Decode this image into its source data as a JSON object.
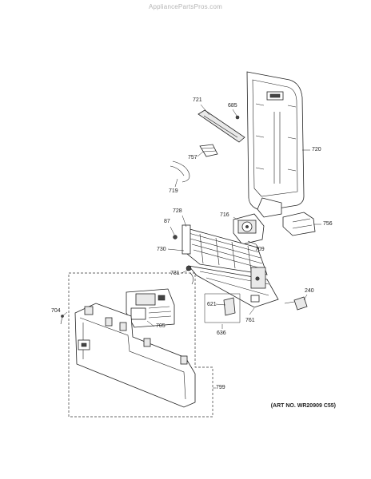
{
  "watermark": "AppliancePartsPros.com",
  "art_number": "(ART NO. WR20909 C55)",
  "callouts": {
    "c721": "721",
    "c685": "685",
    "c720": "720",
    "c757": "757",
    "c719": "719",
    "c728": "728",
    "c716": "716",
    "c87": "87",
    "c756": "756",
    "c709": "709",
    "c730": "730",
    "c731": "731",
    "c240": "240",
    "c621": "621",
    "c704": "704",
    "c705": "705",
    "c636": "636",
    "c761": "761",
    "c799": "799"
  }
}
